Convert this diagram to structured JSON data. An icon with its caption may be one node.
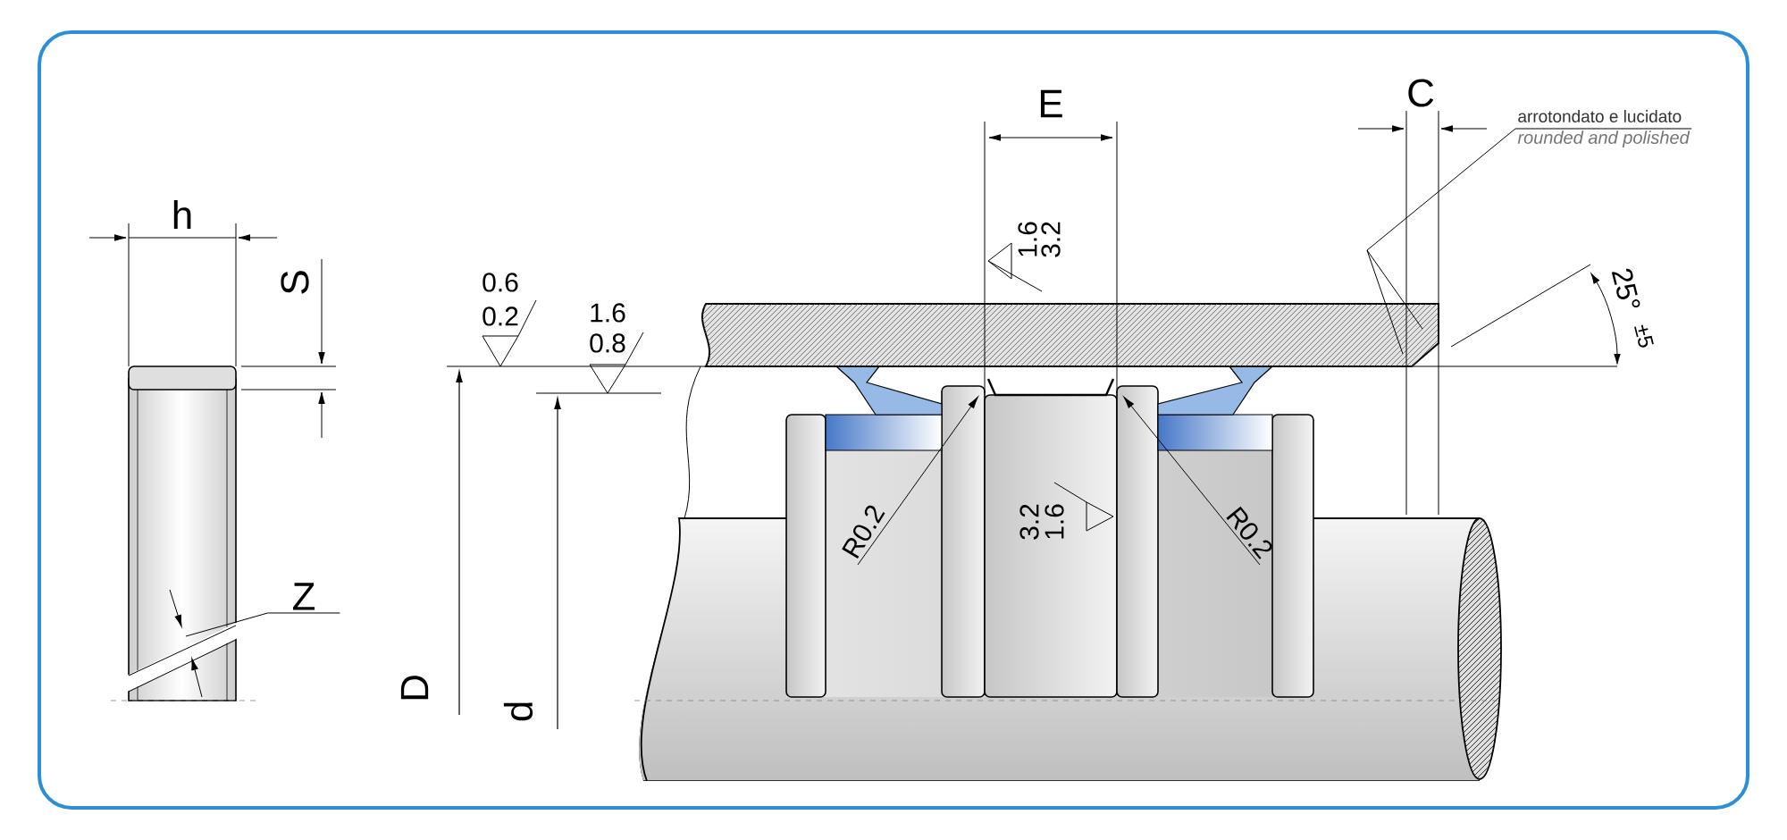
{
  "diagram": {
    "nodes": [
      {
        "text": [
          "R0.2"
        ]
      },
      {
        "text": [
          "R0.2"
        ]
      },
      {
        "text": [
          "arrotondato e lucidato",
          "rounded and polished"
        ]
      },
      {
        "text": [
          "Z"
        ]
      }
    ],
    "edges": [
      {
        "from": 0,
        "to": null,
        "arrow": "to"
      },
      {
        "from": 1,
        "to": null,
        "arrow": "to"
      },
      {
        "from": 2,
        "to": null,
        "arrow": "none"
      },
      {
        "from": 3,
        "to": null,
        "arrow": "none"
      }
    ],
    "labels": [
      "E",
      "C",
      "h",
      "1.6",
      "3.2",
      "25°",
      "±5",
      "S",
      "0.6",
      "0.2",
      "1.6",
      "0.8",
      "3.2",
      "1.6",
      "D",
      "d"
    ]
  }
}
